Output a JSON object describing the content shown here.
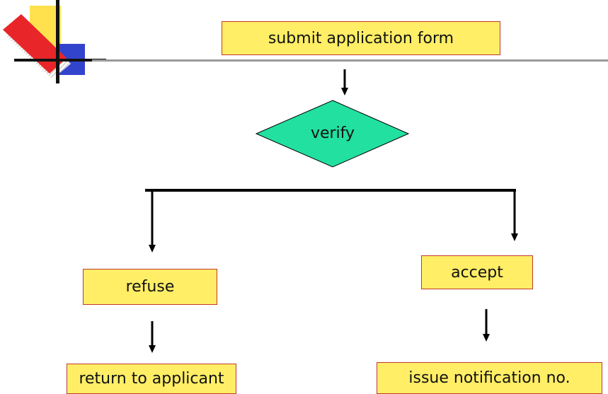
{
  "diagram": {
    "nodes": {
      "submit": "submit application form",
      "verify": "verify",
      "refuse": "refuse",
      "accept": "accept",
      "return": "return to applicant",
      "issue": "issue notification no."
    }
  },
  "colors": {
    "box_fill": "#ffee66",
    "box_border": "#c0392b",
    "diamond_fill": "#22e0a0",
    "line": "#000000",
    "logo_red": "#e8262a",
    "logo_yellow": "#ffe14d",
    "logo_blue": "#3344cc",
    "header_rule": "#9a9a9a"
  }
}
